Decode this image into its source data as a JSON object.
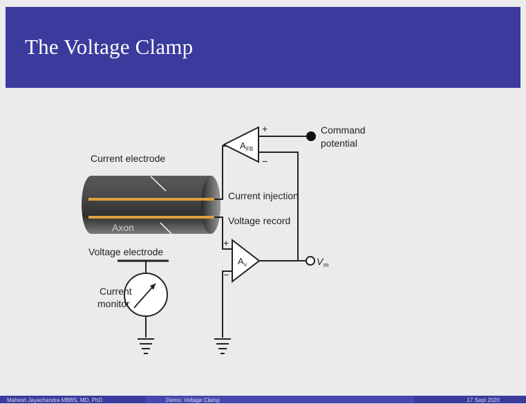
{
  "slide": {
    "title": "The Voltage Clamp"
  },
  "diagram": {
    "labels": {
      "current_electrode": "Current electrode",
      "voltage_electrode": "Voltage electrode",
      "axon": "Axon",
      "current_monitor_line1": "Current",
      "current_monitor_line2": "monitor",
      "current_injection": "Current injection",
      "voltage_record": "Voltage record",
      "command_line1": "Command",
      "command_line2": "potential",
      "feedback_amp_main": "A",
      "feedback_amp_sub": "FB",
      "voltage_amp_main": "A",
      "voltage_amp_sub": "v",
      "vm_main": "V",
      "vm_sub": "m",
      "plus": "+",
      "minus": "−"
    },
    "colors": {
      "electrode": "#e0a040",
      "axon_dark": "#3a3a3a",
      "axon_light": "#8a8a8a",
      "wire": "#222222"
    }
  },
  "footer": {
    "author": "Mahesh Jayachandra MBBS, MD, PhD",
    "talk": "Demo: Voltage Clamp",
    "date": "17 Sept 2020"
  }
}
